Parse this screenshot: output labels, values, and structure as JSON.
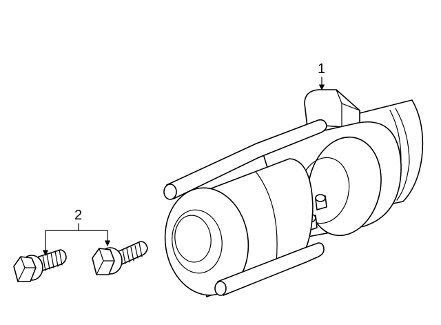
{
  "diagram": {
    "callouts": [
      {
        "id": "starter",
        "label": "1"
      },
      {
        "id": "bolts",
        "label": "2"
      }
    ],
    "colors": {
      "line": "#000000",
      "background": "#ffffff"
    }
  }
}
